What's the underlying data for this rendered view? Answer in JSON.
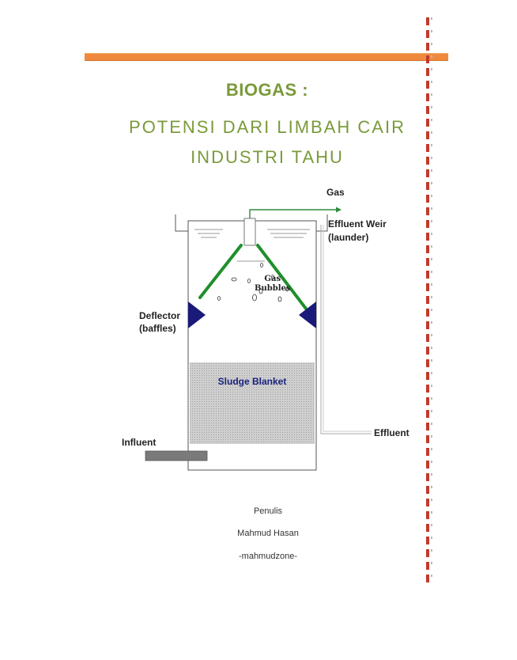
{
  "document": {
    "title": "BIOGAS :",
    "subtitle_line1": "POTENSI DARI LIMBAH CAIR",
    "subtitle_line2": "INDUSTRI TAHU"
  },
  "diagram": {
    "gas_label": "Gas",
    "effluent_weir_line1": "Effluent Weir",
    "effluent_weir_line2": "(launder)",
    "gas_bubbles_line1": "Gas",
    "gas_bubbles_line2": "Bubbles",
    "deflector_line1": "Deflector",
    "deflector_line2": "(baffles)",
    "sludge_blanket": "Sludge Blanket",
    "effluent": "Effluent",
    "influent": "Influent",
    "colors": {
      "gas_pipe": "#2e8b3c",
      "deflector": "#1a1a7a",
      "sludge": "#c9c9c9",
      "influent_pipe": "#7a7a7a"
    }
  },
  "credits": {
    "label": "Penulis",
    "author": "Mahmud Hasan",
    "handle": "-mahmudzone-"
  },
  "colors": {
    "accent_bar": "#ef8a3c",
    "title_green": "#7a9a3a",
    "margin_dash": "#c13a2c"
  }
}
